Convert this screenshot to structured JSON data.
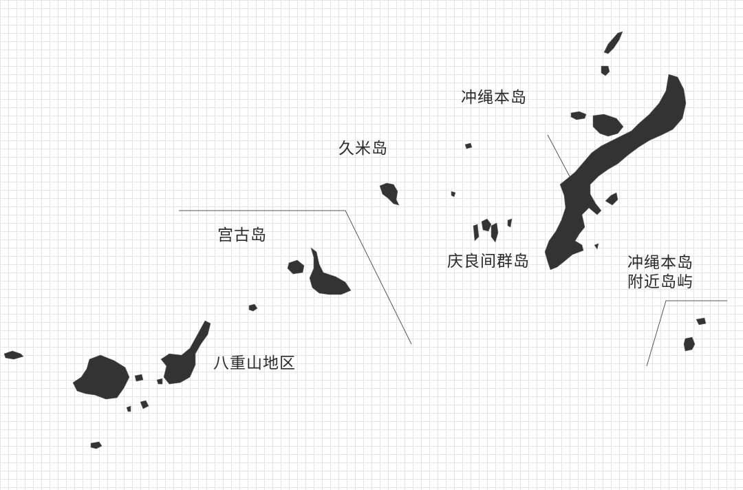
{
  "colors": {
    "land": "#333333",
    "grid": "#e3e3e3",
    "background": "#ffffff"
  },
  "labels": {
    "okinawa_main": "冲绳本岛",
    "kume": "久米岛",
    "miyako": "宫古岛",
    "kerama": "庆良间群岛",
    "yaeyama": "八重山地区",
    "nearby_line1": "冲绳本岛",
    "nearby_line2": "附近岛屿"
  }
}
